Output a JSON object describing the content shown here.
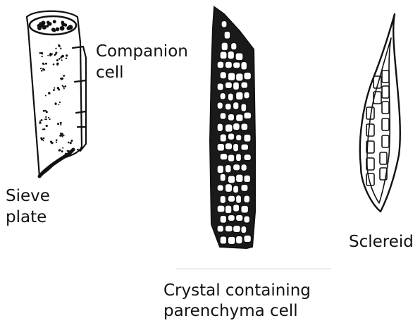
{
  "labels": {
    "companion_line1": "Companion",
    "companion_line2": "cell",
    "sieve_line1": "Sieve",
    "sieve_line2": "plate",
    "crystal_line1": "Crystal containing",
    "crystal_line2": "parenchyma cell",
    "sclereid": "Sclereid"
  },
  "colors": {
    "ink": "#111111",
    "background": "#ffffff"
  }
}
